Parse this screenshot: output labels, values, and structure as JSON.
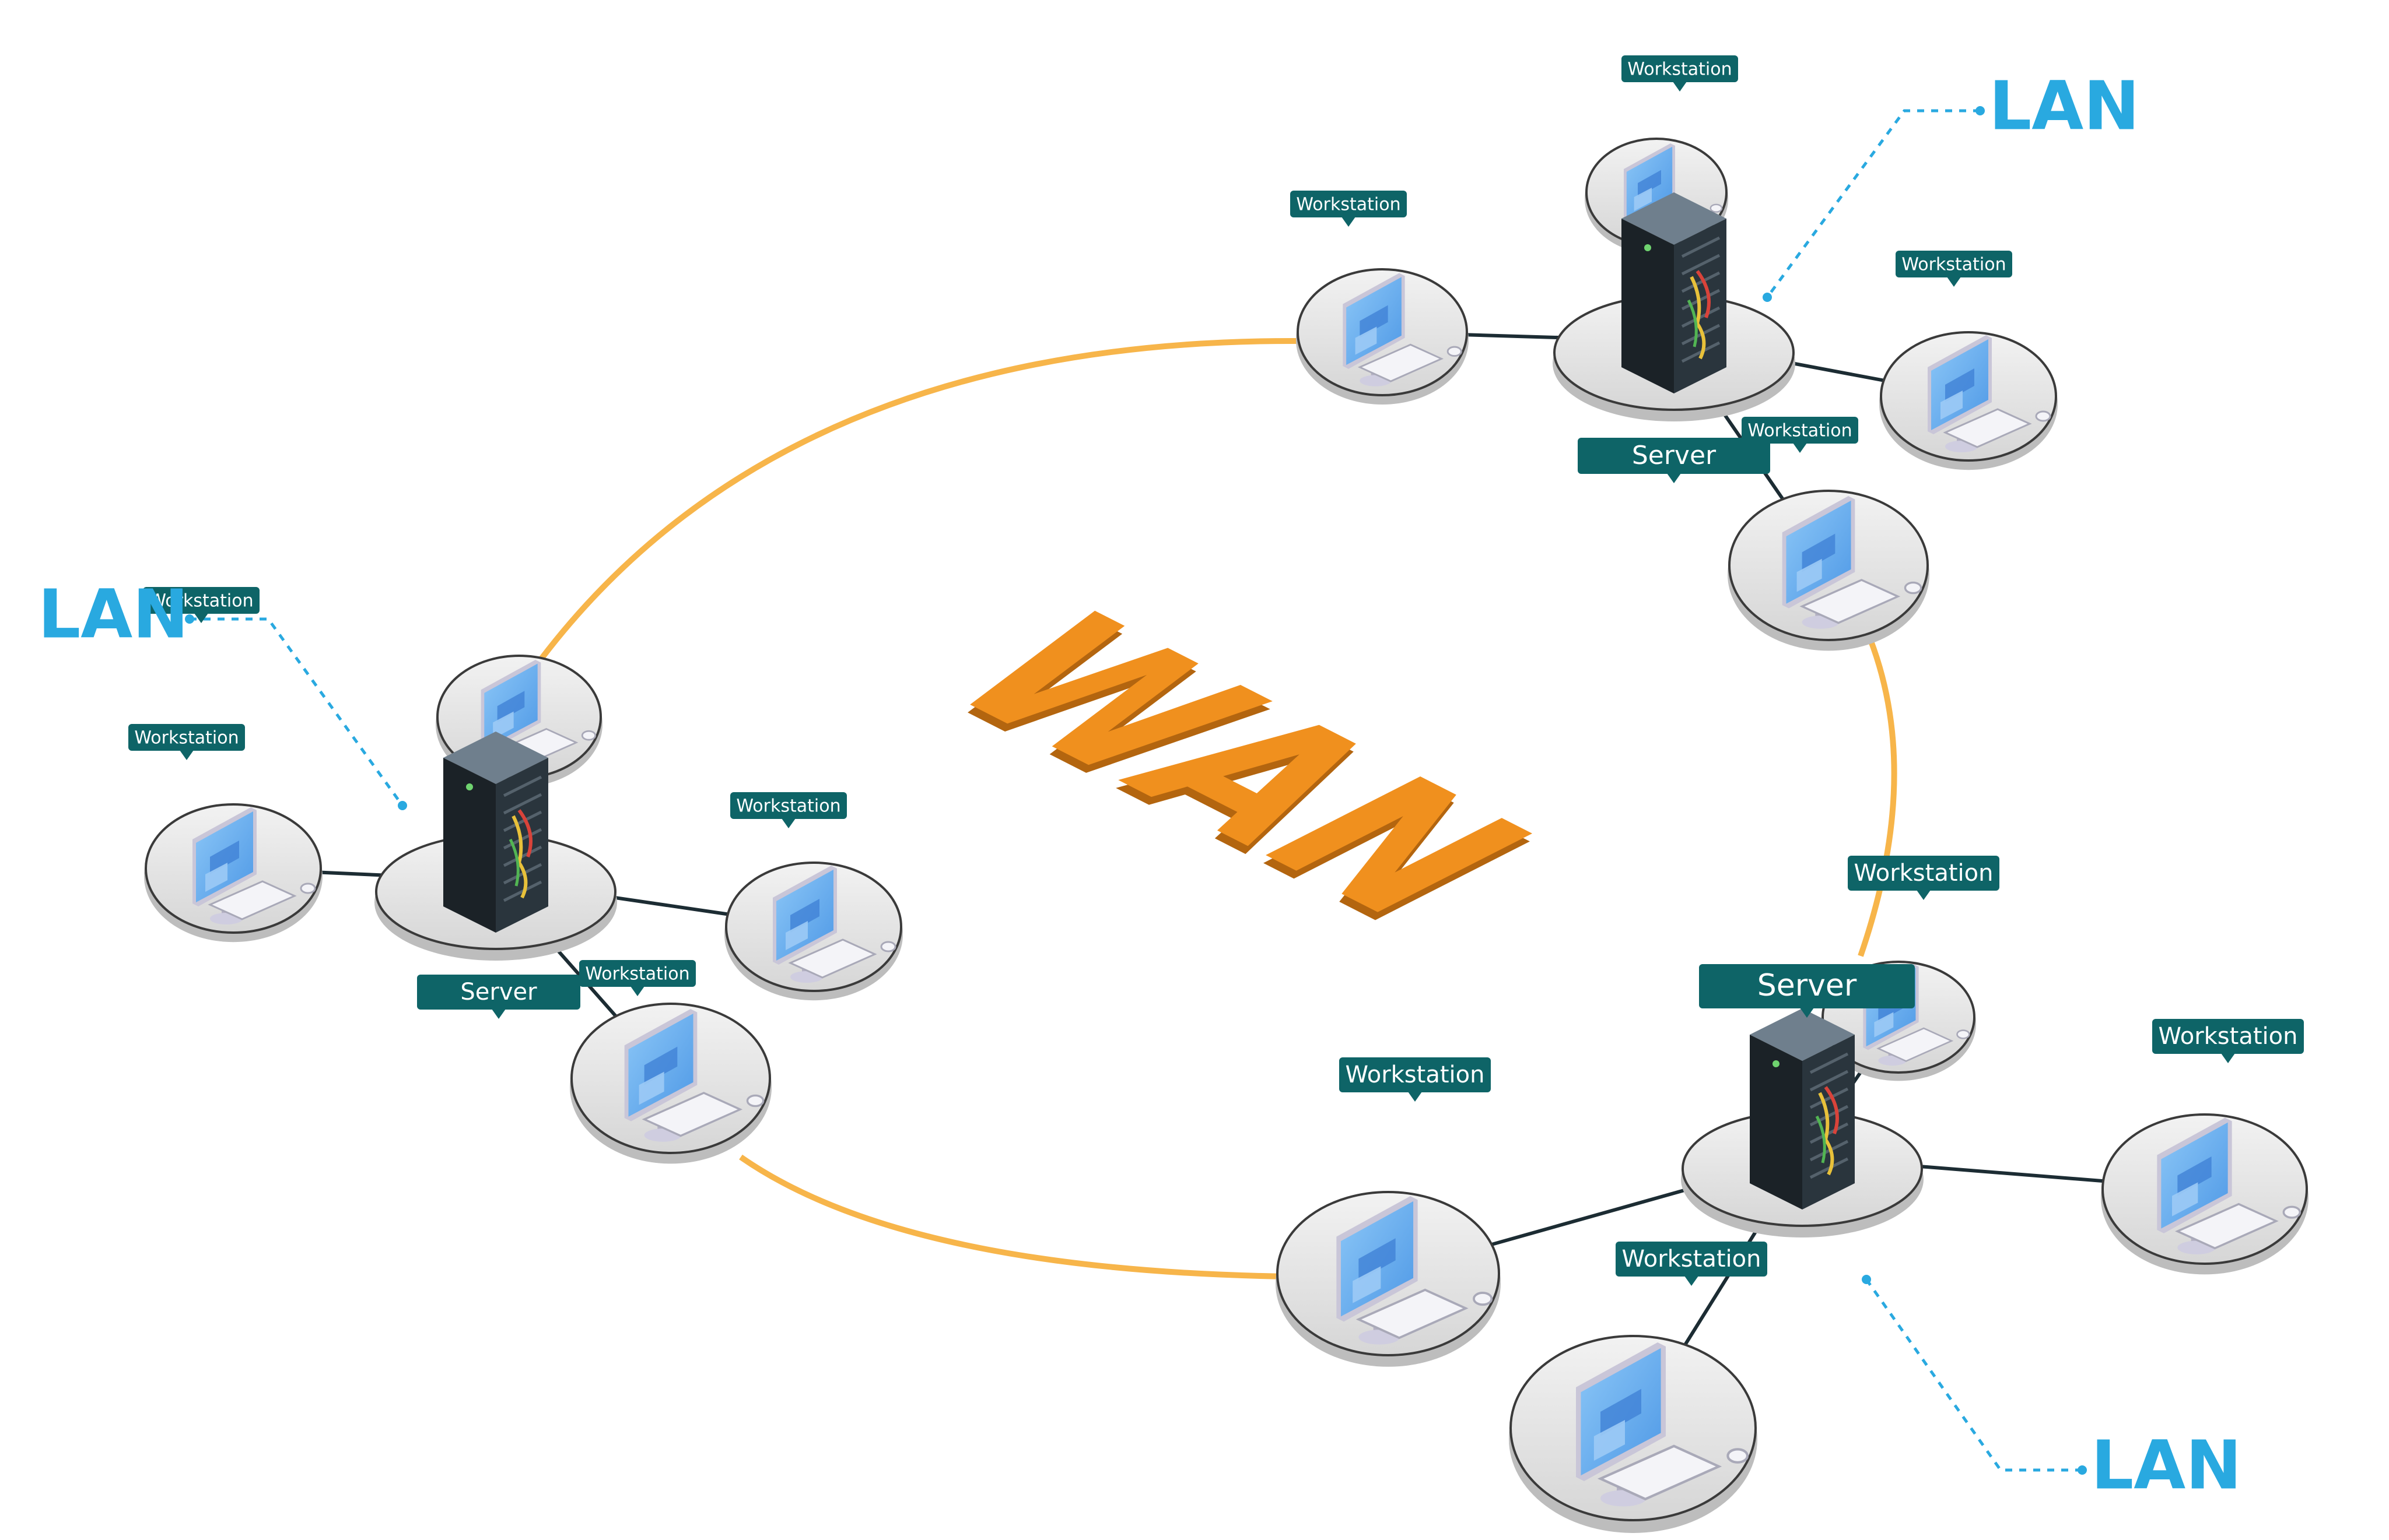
{
  "diagram": {
    "center_label": "WAN",
    "lan_label": "LAN",
    "server_label": "Server",
    "workstation_label": "Workstation",
    "colors": {
      "wan_link": "#f7b54a",
      "wan_text": "#f0901e",
      "wan_text_shadow": "#b3650f",
      "lan_text": "#29a9e0",
      "label_bg": "#0e6467",
      "lan_link": "#1c2c33",
      "platform": "#e6e6e6",
      "monitor_screen": "#6fb3f2"
    }
  }
}
